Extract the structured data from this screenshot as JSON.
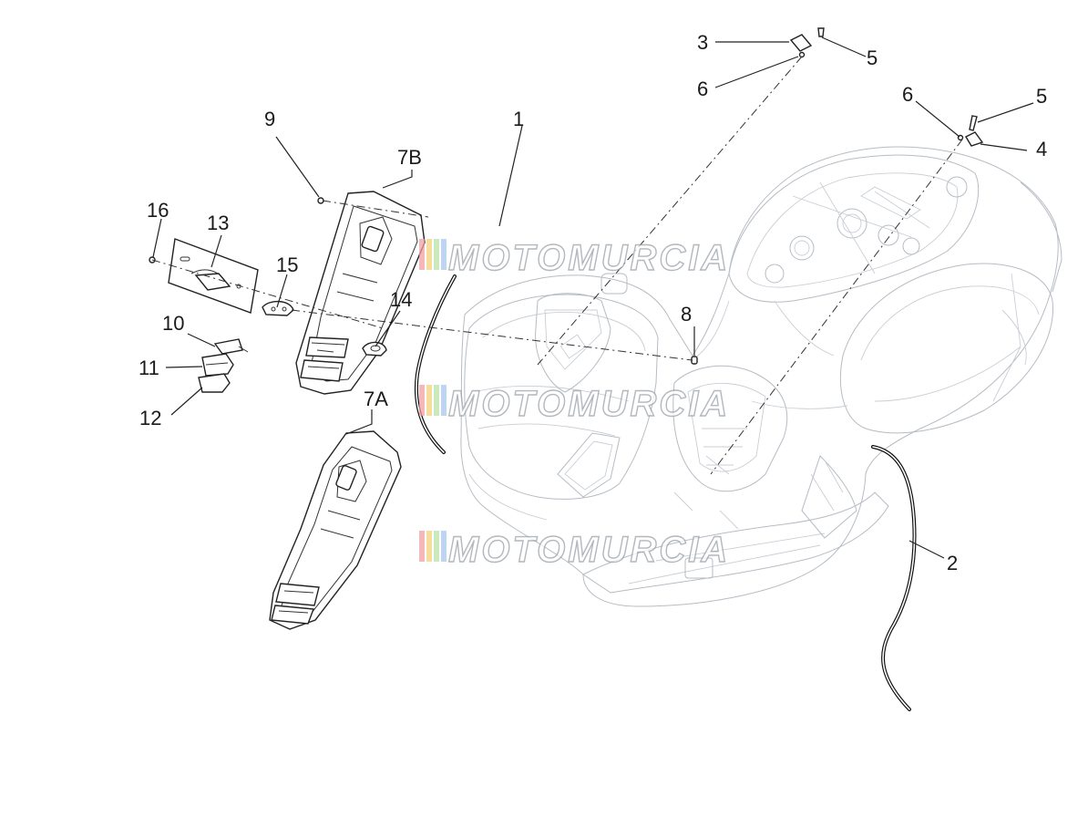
{
  "callouts": {
    "c1": "1",
    "c2": "2",
    "c3": "3",
    "c4": "4",
    "c5a": "5",
    "c5b": "5",
    "c6a": "6",
    "c6b": "6",
    "c7a": "7A",
    "c7b": "7B",
    "c8": "8",
    "c9": "9",
    "c10": "10",
    "c11": "11",
    "c12": "12",
    "c13": "13",
    "c14": "14",
    "c15": "15",
    "c16": "16"
  },
  "watermark": {
    "text": "MOTOMURCIA",
    "stripe_colors": [
      "#f2a0a0",
      "#f4d27a",
      "#b9e3a8",
      "#a9c8ee"
    ]
  }
}
